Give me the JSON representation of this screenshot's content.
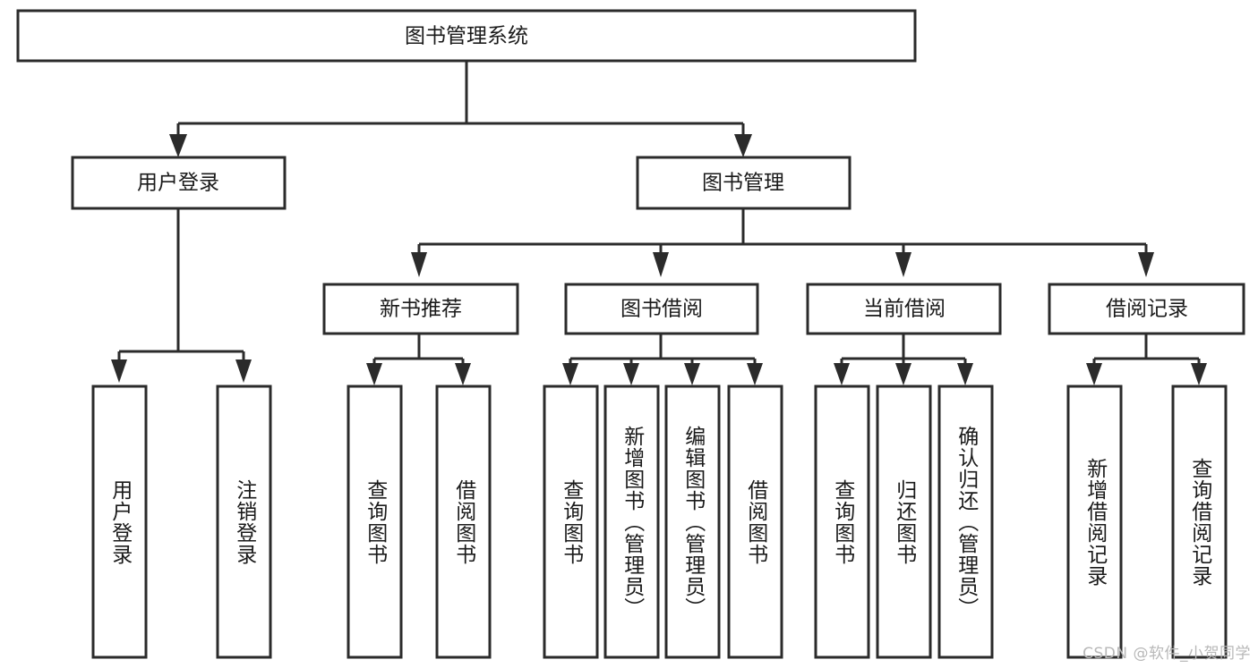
{
  "diagram": {
    "type": "tree",
    "title": "图书管理系统",
    "watermark": "CSDN @软件_小贺同学",
    "colors": {
      "box_stroke": "#2b2b2b",
      "box_fill": "#ffffff",
      "text": "#1a1a1a",
      "watermark": "#b8b8b8",
      "background": "#ffffff"
    },
    "levels": {
      "root": "图书管理系统",
      "level1": [
        "用户登录",
        "图书管理"
      ],
      "level2": [
        "新书推荐",
        "图书借阅",
        "当前借阅",
        "借阅记录"
      ]
    },
    "nodes": {
      "root": {
        "label": "图书管理系统"
      },
      "l1": [
        {
          "label": "用户登录"
        },
        {
          "label": "图书管理"
        }
      ],
      "l2": [
        {
          "label": "新书推荐"
        },
        {
          "label": "图书借阅"
        },
        {
          "label": "当前借阅"
        },
        {
          "label": "借阅记录"
        }
      ],
      "leaves": [
        {
          "label": "用户登录",
          "parent": "用户登录"
        },
        {
          "label": "注销登录",
          "parent": "用户登录"
        },
        {
          "label": "查询图书",
          "parent": "新书推荐"
        },
        {
          "label": "借阅图书",
          "parent": "新书推荐"
        },
        {
          "label": "查询图书",
          "parent": "图书借阅"
        },
        {
          "label": "新增图书（管理员）",
          "parent": "图书借阅"
        },
        {
          "label": "编辑图书（管理员）",
          "parent": "图书借阅"
        },
        {
          "label": "借阅图书",
          "parent": "图书借阅"
        },
        {
          "label": "查询图书",
          "parent": "当前借阅"
        },
        {
          "label": "归还图书",
          "parent": "当前借阅"
        },
        {
          "label": "确认归还（管理员）",
          "parent": "当前借阅"
        },
        {
          "label": "新增借阅记录",
          "parent": "借阅记录"
        },
        {
          "label": "查询借阅记录",
          "parent": "借阅记录"
        }
      ]
    }
  }
}
